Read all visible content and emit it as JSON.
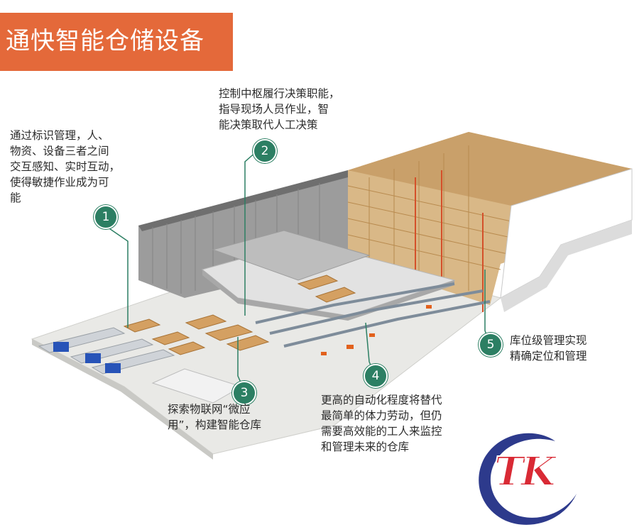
{
  "header": {
    "title": "通快智能仓储设备"
  },
  "callouts": [
    {
      "number": "1",
      "text": "通过标识管理，人、\n物资、设备三者之间\n交互感知、实时互动，\n使得敏捷作业成为可\n能"
    },
    {
      "number": "2",
      "text": "控制中枢履行决策职能，\n指导现场人员作业，智\n能决策取代人工决策"
    },
    {
      "number": "3",
      "text": "探索物联网“微应\n用”，构建智能仓库"
    },
    {
      "number": "4",
      "text": "更高的自动化程度将替代\n最简单的体力劳动，但仍\n需要高效能的工人来监控\n和管理未来的仓库"
    },
    {
      "number": "5",
      "text": "库位级管理实现\n精确定位和管理"
    }
  ],
  "logo": {
    "text": "TK"
  },
  "colors": {
    "banner": "#e4693a",
    "badge": "#2c7f63",
    "logo_red": "#d92a35",
    "logo_blue": "#2d3a8c"
  }
}
